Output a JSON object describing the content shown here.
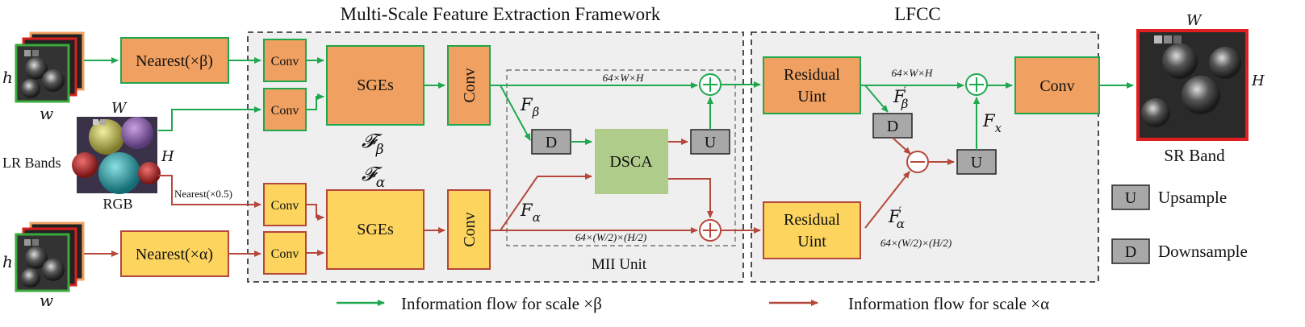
{
  "colors": {
    "green": "#1fa84f",
    "red": "#b5473c",
    "orange": "#f0a060",
    "yellow": "#fcd45e",
    "dsca": "#b0cc8a",
    "gray": "#a8a8a8",
    "panel": "#efefef"
  },
  "titles": {
    "framework": "Multi-Scale  Feature Extraction Framework",
    "lfcc": "LFCC",
    "mii": "MII Unit"
  },
  "inputs": {
    "h": "h",
    "w": "w",
    "W": "W",
    "H": "H",
    "lr_bands": "LR Bands",
    "rgb": "RGB",
    "nearest_half": "Nearest(×0.5)"
  },
  "blocks": {
    "nearest_beta": "Nearest(×β)",
    "nearest_alpha": "Nearest(×α)",
    "conv": "Conv",
    "sges": "SGEs",
    "dsca": "DSCA",
    "residual_unit_1": "Residual",
    "residual_unit_2": "Uint",
    "u": "U",
    "d": "D"
  },
  "math": {
    "cal_f_beta": "𝓕",
    "beta": "β",
    "alpha": "α",
    "F": "F",
    "x": "x",
    "dim_full": "64×W×H",
    "dim_half": "64×(W/2)×(H/2)"
  },
  "output": {
    "sr_band": "SR Band",
    "W": "W",
    "H": "H"
  },
  "legend": {
    "upsample_key": "U",
    "upsample": "Upsample",
    "downsample_key": "D",
    "downsample": "Downsample",
    "flow_beta": "Information flow for scale  ×β",
    "flow_alpha": "Information flow for scale  ×α"
  }
}
